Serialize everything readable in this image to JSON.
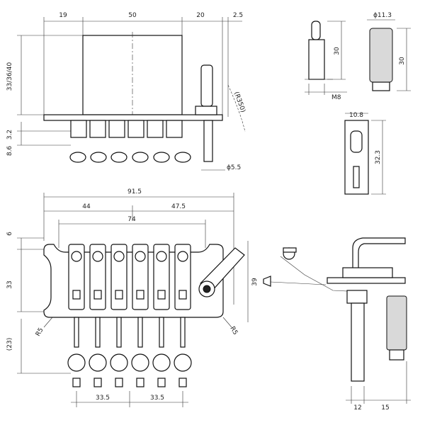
{
  "front_view": {
    "top_dims": [
      "19",
      "50",
      "20",
      "2.5"
    ],
    "left_dims": [
      "33/36/40",
      "3.2",
      "8.6"
    ],
    "radius_label": "(R350)",
    "post_dim": "ϕ5.5"
  },
  "lock_nut": {
    "height": "30",
    "thread": "M8"
  },
  "fine_tuner": {
    "diameter": "ϕ11.3",
    "height": "30"
  },
  "nut_block": {
    "width": "10.8",
    "height": "32.3"
  },
  "top_view": {
    "width_total": "91.5",
    "width_left": "44",
    "width_right": "47.5",
    "width_inner": "74",
    "left_dims": [
      "6",
      "33",
      "(23)"
    ],
    "right_dim": "39",
    "radius_left": "R5",
    "radius_right": "R5",
    "bottom_dims": [
      "33.5",
      "33.5"
    ]
  },
  "side_view": {
    "bottom_dims": [
      "12",
      "15"
    ]
  }
}
